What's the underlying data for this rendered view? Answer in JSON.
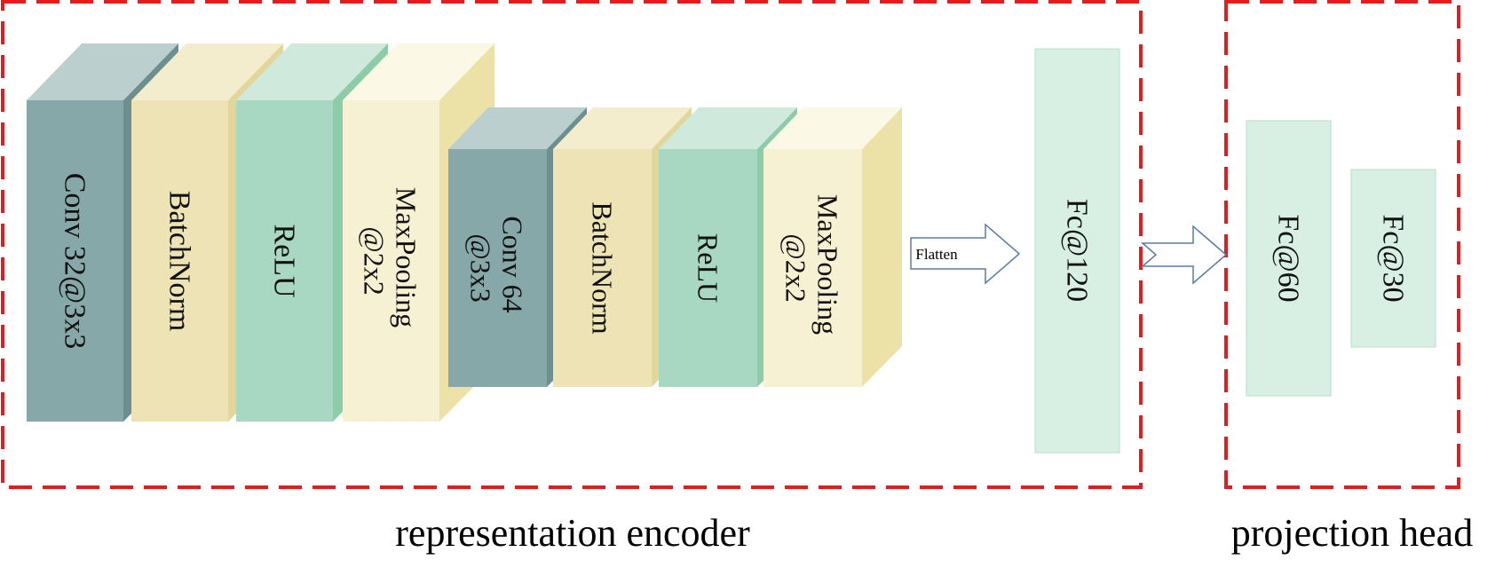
{
  "encoder_layers": [
    {
      "label": "Conv 32@3x3",
      "kind": "conv"
    },
    {
      "label": "BatchNorm",
      "kind": "batchnorm"
    },
    {
      "label": "ReLU",
      "kind": "relu"
    },
    {
      "label": "MaxPooling @2x2",
      "kind": "maxpool"
    },
    {
      "label": "Conv 64 @3x3",
      "kind": "conv"
    },
    {
      "label": "BatchNorm",
      "kind": "batchnorm"
    },
    {
      "label": "ReLU",
      "kind": "relu"
    },
    {
      "label": "MaxPooling @2x2",
      "kind": "maxpool"
    }
  ],
  "flatten_label": "Flatten",
  "fc_encoder": {
    "label": "Fc@120"
  },
  "fc_head": [
    {
      "label": "Fc@60"
    },
    {
      "label": "Fc@30"
    }
  ],
  "captions": {
    "encoder": "representation encoder",
    "head": "projection head"
  },
  "colors": {
    "conv": "#86a8a8",
    "batchnorm": "#ede3b4",
    "relu": "#a8d8c2",
    "maxpool": "#f6f1d2",
    "fc": "#d8efe4",
    "group_border": "#e31d1d"
  }
}
